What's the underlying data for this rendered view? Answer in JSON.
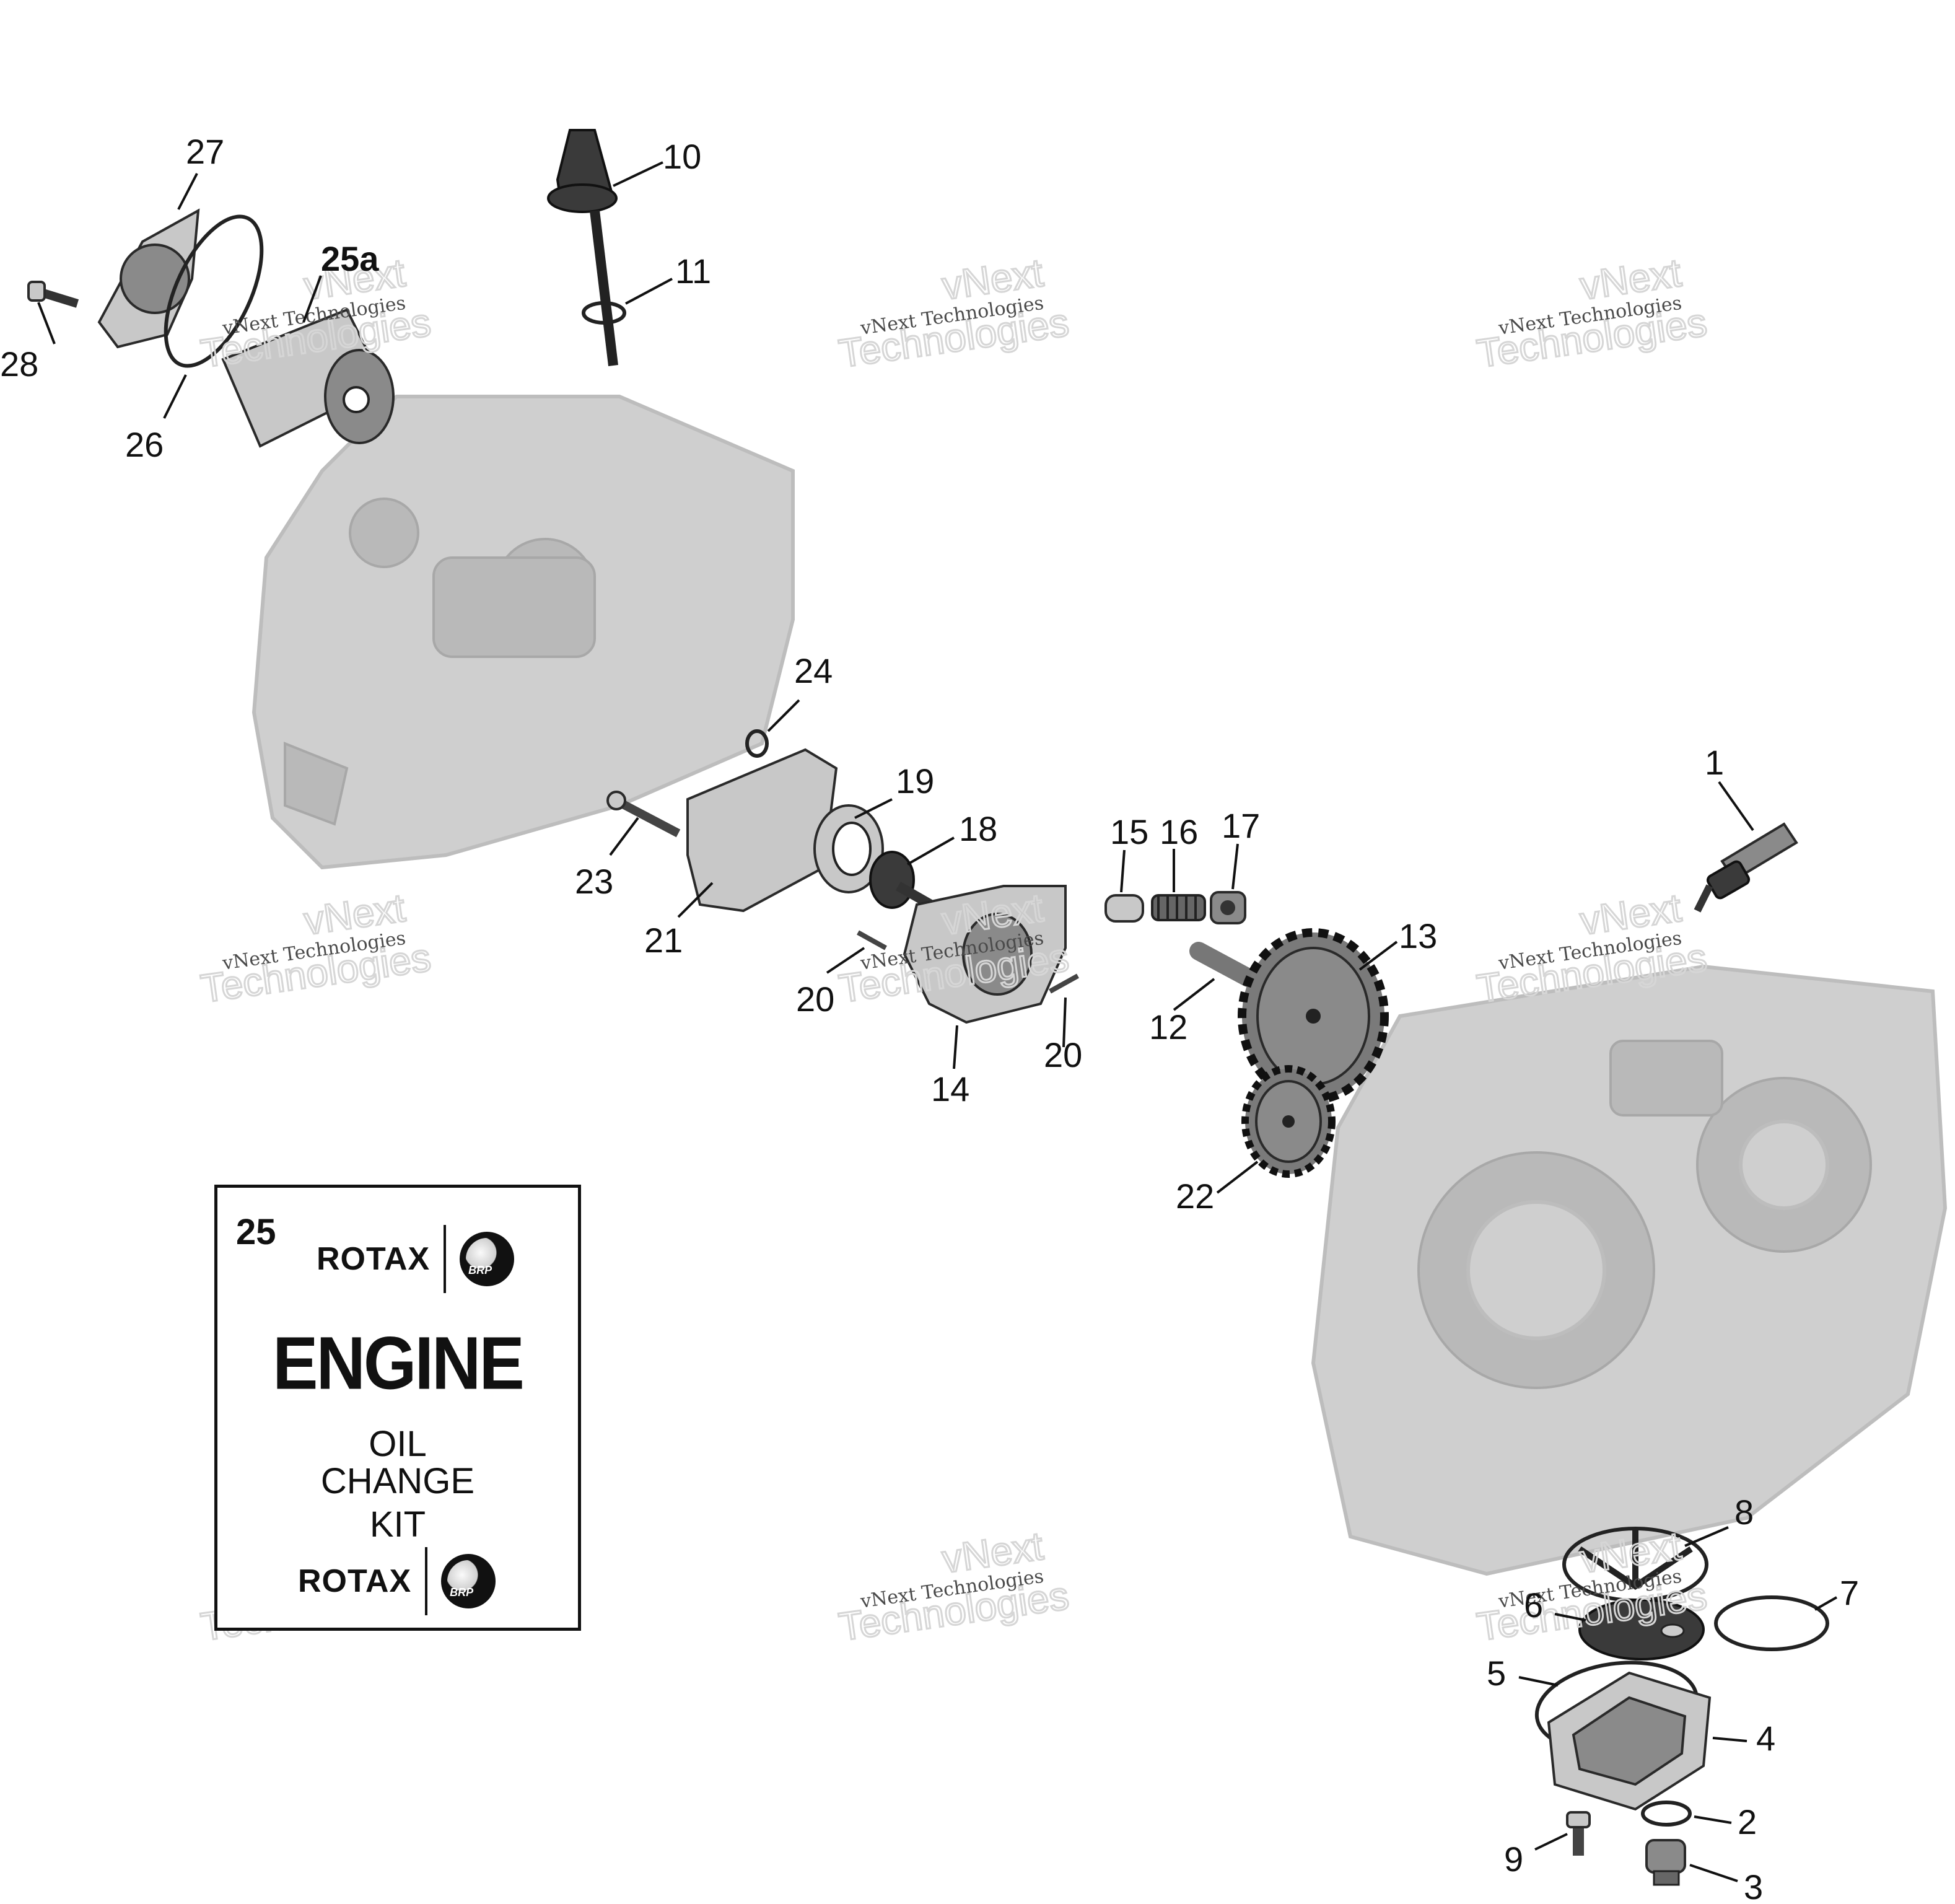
{
  "diagram": {
    "callouts": {
      "c1": "1",
      "c2": "2",
      "c3": "3",
      "c4": "4",
      "c5": "5",
      "c6": "6",
      "c7": "7",
      "c8": "8",
      "c9": "9",
      "c10": "10",
      "c11": "11",
      "c12": "12",
      "c13": "13",
      "c14": "14",
      "c15": "15",
      "c16": "16",
      "c17": "17",
      "c18": "18",
      "c19": "19",
      "c20a": "20",
      "c20b": "20",
      "c21": "21",
      "c22": "22",
      "c23": "23",
      "c24": "24",
      "c25a": "25a",
      "c26": "26",
      "c27": "27",
      "c28": "28"
    },
    "watermark": {
      "line1": "vNext Technologies",
      "line2": "vNext",
      "line3": "Technologies"
    }
  },
  "kit": {
    "number": "25",
    "brand": "ROTAX",
    "brp_mark": "BRP",
    "title": "ENGINE",
    "line1": "OIL",
    "line2": "CHANGE",
    "line3": "KIT"
  }
}
